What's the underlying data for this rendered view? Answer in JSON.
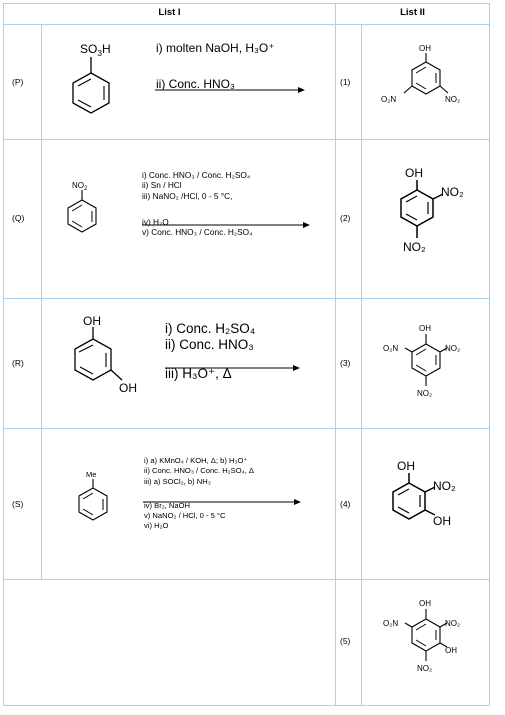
{
  "header": {
    "list1": "List I",
    "list2": "List II"
  },
  "rows": [
    {
      "label": "(P)",
      "substituent": "SO3H",
      "reagents": [
        "i) molten NaOH, H₃O⁺",
        "",
        "ii) Conc. HNO₃"
      ]
    },
    {
      "label": "(Q)",
      "substituent": "NO2",
      "reagents": [
        "i) Conc. HNO₃ / Conc. H₂SO₄",
        "ii) Sn / HCl",
        "iii) NaNO₂ /HCl, 0 - 5 °C,",
        "",
        "iv) H₂O",
        "v) Conc. HNO₃ / Conc. H₂SO₄"
      ]
    },
    {
      "label": "(R)",
      "substituent": "OH",
      "substituent2": "OH",
      "reagents": [
        "i) Conc. H₂SO₄",
        "ii) Conc. HNO₃",
        "",
        "iii) H₃O⁺, Δ"
      ]
    },
    {
      "label": "(S)",
      "substituent": "Me",
      "reagents": [
        "i) a) KMnO₄ / KOH, Δ; b) H₃O⁺",
        "ii) Conc. HNO₃ / Conc. H₂SO₄, Δ",
        "iii) a) SOCl₂, b) NH₃",
        "",
        "iv) Br₂, NaOH",
        "v) NaNO₂ / HCl, 0 - 5 °C",
        "vi) H₂O"
      ]
    }
  ],
  "products": [
    {
      "label": "(1)",
      "groups": [
        "OH",
        "O₂N",
        "NO₂"
      ]
    },
    {
      "label": "(2)",
      "groups": [
        "OH",
        "NO₂",
        "NO₂"
      ]
    },
    {
      "label": "(3)",
      "groups": [
        "OH",
        "O₂N",
        "NO₂",
        "NO₂"
      ]
    },
    {
      "label": "(4)",
      "groups": [
        "OH",
        "NO₂",
        "OH"
      ]
    },
    {
      "label": "(5)",
      "groups": [
        "OH",
        "O₂N",
        "NO₂",
        "OH",
        "NO₂"
      ]
    }
  ]
}
